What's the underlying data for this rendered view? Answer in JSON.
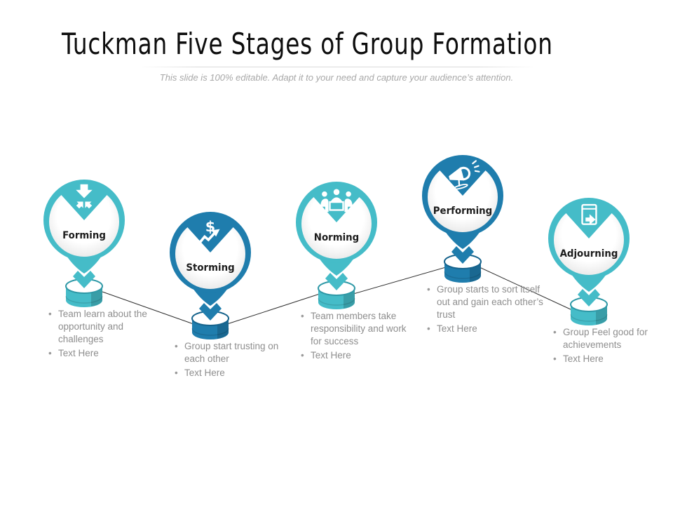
{
  "slide": {
    "title": "Tuckman Five Stages of Group Formation",
    "subtitle": "This slide is 100% editable. Adapt it to your need and capture your audience’s attention.",
    "background": "#ffffff",
    "connector_color": "#2e2e2e"
  },
  "stages": [
    {
      "label": "Forming",
      "icon": "converge-arrows-icon",
      "color": "#45BCC8",
      "color_dark": "#2E98A6",
      "bullets": [
        "Team learn about the opportunity and challenges",
        "Text Here"
      ]
    },
    {
      "label": "Storming",
      "icon": "dollar-growth-icon",
      "icon_glyph": "$",
      "color": "#1F7DAD",
      "color_dark": "#16638C",
      "bullets": [
        "Group start trusting on each other",
        "Text Here"
      ]
    },
    {
      "label": "Norming",
      "icon": "meeting-icon",
      "color": "#45BCC8",
      "color_dark": "#2E98A6",
      "bullets": [
        "Team members take responsibility and work for success",
        "Text Here"
      ]
    },
    {
      "label": "Performing",
      "icon": "megaphone-icon",
      "color": "#1F7DAD",
      "color_dark": "#16638C",
      "bullets": [
        "Group starts to sort itself out and gain each other’s trust",
        "Text Here"
      ]
    },
    {
      "label": "Adjourning",
      "icon": "document-share-icon",
      "color": "#45BCC8",
      "color_dark": "#2E98A6",
      "bullets": [
        "Group Feel good for achievements",
        "Text Here"
      ]
    }
  ]
}
